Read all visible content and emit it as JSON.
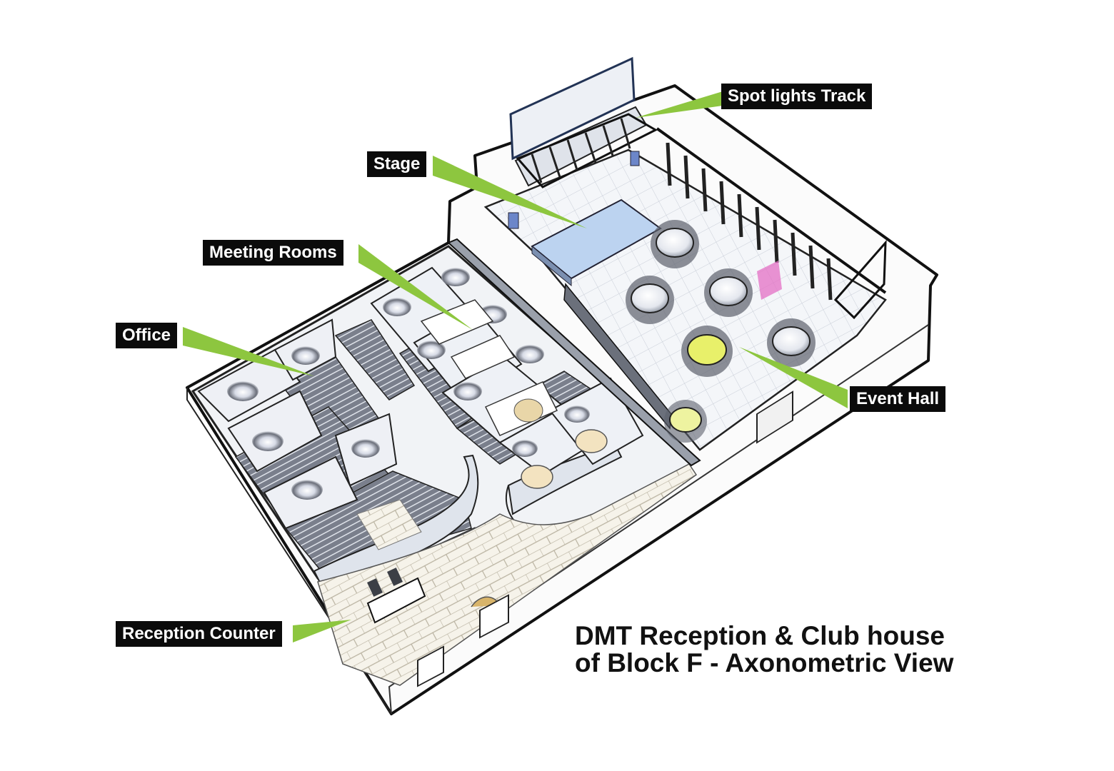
{
  "labels": {
    "spotlights": "Spot lights Track",
    "stage": "Stage",
    "meeting_rooms": "Meeting Rooms",
    "office": "Office",
    "event_hall": "Event Hall",
    "reception_counter": "Reception Counter"
  },
  "caption": {
    "line1": "DMT Reception & Club house",
    "line2": "of Block F - Axonometric View"
  },
  "colors": {
    "leader": "#8dc63f",
    "label_bg": "#0b0b0b",
    "label_text": "#ffffff",
    "stage_floor": "#bcd3f0",
    "table_highlight": "#e8f06a",
    "pink_panel": "#e46fc4"
  }
}
